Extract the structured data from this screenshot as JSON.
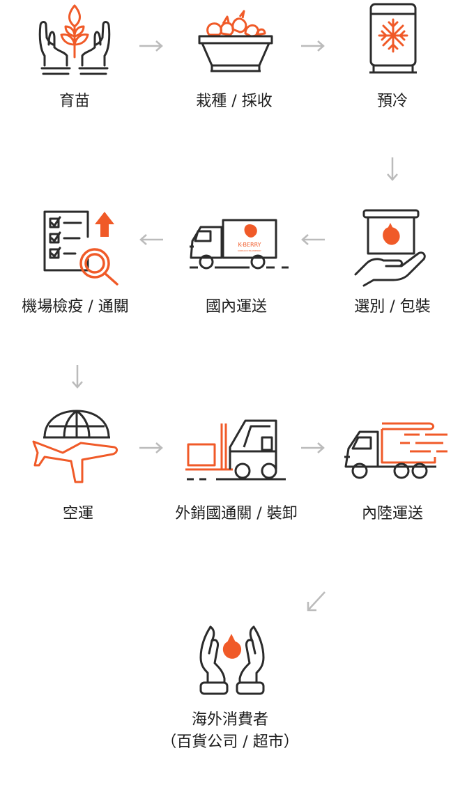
{
  "colors": {
    "accent": "#F05A28",
    "ink": "#2B2B2B",
    "arrow": "#BBBBBB"
  },
  "steps": [
    {
      "id": "nursery",
      "label": "育苗",
      "icon": "seedling-hands-icon"
    },
    {
      "id": "cultivation",
      "label": "栽種 / 採收",
      "icon": "harvest-basket-icon"
    },
    {
      "id": "precooling",
      "label": "預冷",
      "icon": "refrigerator-snowflake-icon"
    },
    {
      "id": "sorting",
      "label": "選別 / 包裝",
      "icon": "package-in-hand-icon"
    },
    {
      "id": "domestic",
      "label": "國內運送",
      "icon": "delivery-truck-icon"
    },
    {
      "id": "quarantine",
      "label": "機場檢疫 / 通關",
      "icon": "checklist-magnifier-icon"
    },
    {
      "id": "airfreight",
      "label": "空運",
      "icon": "airplane-globe-icon"
    },
    {
      "id": "export",
      "label": "外銷國通關 / 裝卸",
      "icon": "forklift-icon"
    },
    {
      "id": "inland",
      "label": "內陸運送",
      "icon": "fast-truck-icon"
    },
    {
      "id": "consumer",
      "label": "海外消費者\n（百貨公司 / 超市）",
      "icon": "hands-strawberry-icon"
    }
  ],
  "truck_logo": {
    "brand": "K-BERRY",
    "sub": "KOREAN STRAWBERRY"
  }
}
